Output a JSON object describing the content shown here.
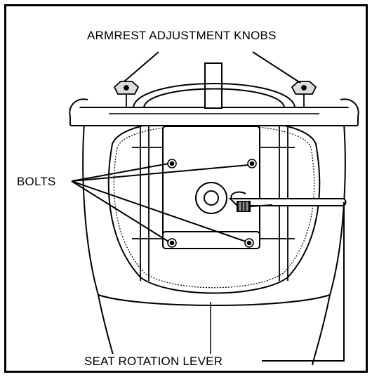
{
  "labels": {
    "armrest_knobs": "ARMREST ADJUSTMENT KNOBS",
    "bolts": "BOLTS",
    "seat_rotation_lever": "SEAT ROTATION LEVER"
  },
  "colors": {
    "line": "#000000",
    "background": "#ffffff",
    "spring": "#333333"
  }
}
